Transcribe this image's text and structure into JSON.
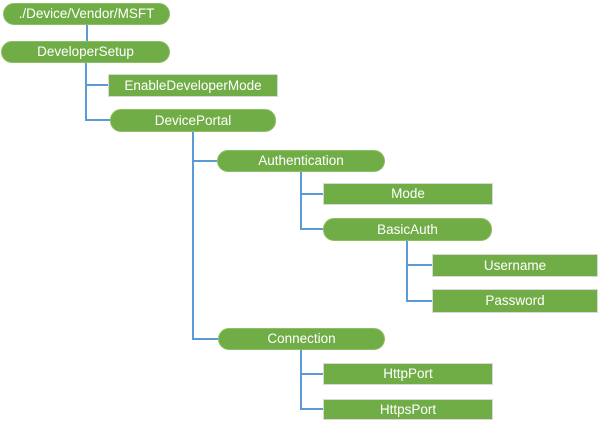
{
  "diagram": {
    "description": "Tree diagram of the DeveloperSetup configuration service provider hierarchy",
    "colors": {
      "background": "#FFFFFF",
      "node_fill": "#71AD47",
      "node_border_rounded": "#8CBE63",
      "node_border_rect": "#D9D9D9",
      "node_text": "#FFFFFF",
      "connector": "#5B9BD5"
    },
    "nodes": [
      {
        "label": "./Device/Vendor/MSFT",
        "shape": "rounded",
        "level": 0,
        "parent": null
      },
      {
        "label": "DeveloperSetup",
        "shape": "rounded",
        "level": 1,
        "parent": "./Device/Vendor/MSFT"
      },
      {
        "label": "EnableDeveloperMode",
        "shape": "rect",
        "level": 2,
        "parent": "DeveloperSetup"
      },
      {
        "label": "DevicePortal",
        "shape": "rounded",
        "level": 2,
        "parent": "DeveloperSetup"
      },
      {
        "label": "Authentication",
        "shape": "rounded",
        "level": 3,
        "parent": "DevicePortal"
      },
      {
        "label": "Mode",
        "shape": "rect",
        "level": 4,
        "parent": "Authentication"
      },
      {
        "label": "BasicAuth",
        "shape": "rounded",
        "level": 4,
        "parent": "Authentication"
      },
      {
        "label": "Username",
        "shape": "rect",
        "level": 5,
        "parent": "BasicAuth"
      },
      {
        "label": "Password",
        "shape": "rect",
        "level": 5,
        "parent": "BasicAuth"
      },
      {
        "label": "Connection",
        "shape": "rounded",
        "level": 3,
        "parent": "DevicePortal"
      },
      {
        "label": "HttpPort",
        "shape": "rect",
        "level": 4,
        "parent": "Connection"
      },
      {
        "label": "HttpsPort",
        "shape": "rect",
        "level": 4,
        "parent": "Connection"
      }
    ]
  }
}
